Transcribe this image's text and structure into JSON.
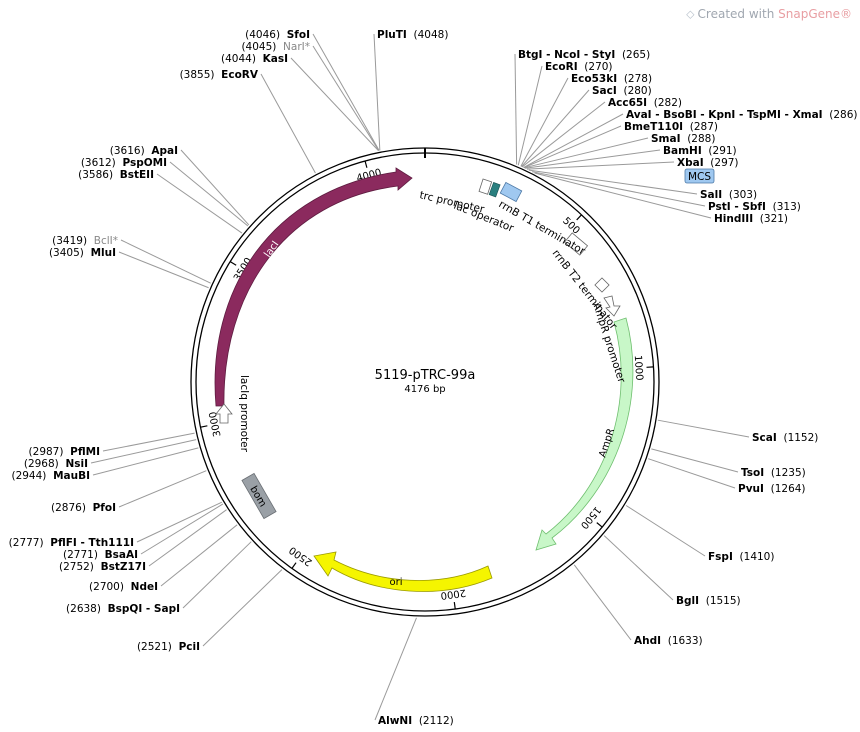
{
  "watermark": {
    "prefix": "Created with ",
    "brand": "SnapGene",
    "mark": "®"
  },
  "plasmid": {
    "name": "5119-pTRC-99a",
    "length_label": "4176 bp",
    "length": 4176
  },
  "ticks": [
    "500",
    "1000",
    "1500",
    "2000",
    "2500",
    "3000",
    "3500",
    "4000"
  ],
  "features": [
    {
      "name": "lacI",
      "type": "cds",
      "color": "#8b2a5e",
      "label_color": "#ffffff"
    },
    {
      "name": "AmpR",
      "type": "cds",
      "color": "#c8f7c8",
      "label_color": "#000000"
    },
    {
      "name": "ori",
      "type": "origin",
      "color": "#f5f500",
      "label_color": "#000000"
    },
    {
      "name": "bom",
      "type": "misc",
      "color": "#9aa0a6",
      "label_color": "#000000"
    },
    {
      "name": "trc promoter",
      "type": "promoter"
    },
    {
      "name": "lac operator",
      "type": "operator"
    },
    {
      "name": "rrnB T1 terminator",
      "type": "terminator"
    },
    {
      "name": "rrnB T2 terminator",
      "type": "terminator"
    },
    {
      "name": "AmpR promoter",
      "type": "promoter"
    },
    {
      "name": "lacIq promoter",
      "type": "promoter"
    },
    {
      "name": "MCS",
      "type": "mcs",
      "color": "#9fc8f0"
    }
  ],
  "sites": [
    {
      "name": "SfoI",
      "pos": "(4046)"
    },
    {
      "name": "NarI*",
      "pos": "(4045)",
      "gray": true
    },
    {
      "name": "KasI",
      "pos": "(4044)"
    },
    {
      "name": "EcoRV",
      "pos": "(3855)"
    },
    {
      "name": "PluTI",
      "pos": "(4048)"
    },
    {
      "name": "BtgI - NcoI - StyI",
      "pos": "(265)"
    },
    {
      "name": "EcoRI",
      "pos": "(270)"
    },
    {
      "name": "Eco53kI",
      "pos": "(278)"
    },
    {
      "name": "SacI",
      "pos": "(280)"
    },
    {
      "name": "Acc65I",
      "pos": "(282)"
    },
    {
      "name": "AvaI - BsoBI - KpnI - TspMI - XmaI",
      "pos": "(286)"
    },
    {
      "name": "BmeT110I",
      "pos": "(287)"
    },
    {
      "name": "SmaI",
      "pos": "(288)"
    },
    {
      "name": "BamHI",
      "pos": "(291)"
    },
    {
      "name": "XbaI",
      "pos": "(297)"
    },
    {
      "name": "SalI",
      "pos": "(303)"
    },
    {
      "name": "PstI - SbfI",
      "pos": "(313)"
    },
    {
      "name": "HindIII",
      "pos": "(321)"
    },
    {
      "name": "ApaI",
      "pos": "(3616)"
    },
    {
      "name": "PspOMI",
      "pos": "(3612)"
    },
    {
      "name": "BstEII",
      "pos": "(3586)"
    },
    {
      "name": "BclI*",
      "pos": "(3419)",
      "gray": true
    },
    {
      "name": "MluI",
      "pos": "(3405)"
    },
    {
      "name": "ScaI",
      "pos": "(1152)"
    },
    {
      "name": "TsoI",
      "pos": "(1235)"
    },
    {
      "name": "PvuI",
      "pos": "(1264)"
    },
    {
      "name": "FspI",
      "pos": "(1410)"
    },
    {
      "name": "BglI",
      "pos": "(1515)"
    },
    {
      "name": "AhdI",
      "pos": "(1633)"
    },
    {
      "name": "PflMI",
      "pos": "(2987)"
    },
    {
      "name": "NsiI",
      "pos": "(2968)"
    },
    {
      "name": "MauBI",
      "pos": "(2944)"
    },
    {
      "name": "PfoI",
      "pos": "(2876)"
    },
    {
      "name": "PflFI - Tth111I",
      "pos": "(2777)"
    },
    {
      "name": "BsaAI",
      "pos": "(2771)"
    },
    {
      "name": "BstZ17I",
      "pos": "(2752)"
    },
    {
      "name": "NdeI",
      "pos": "(2700)"
    },
    {
      "name": "BspQI - SapI",
      "pos": "(2638)"
    },
    {
      "name": "PciI",
      "pos": "(2521)"
    },
    {
      "name": "AlwNI",
      "pos": "(2112)"
    }
  ]
}
